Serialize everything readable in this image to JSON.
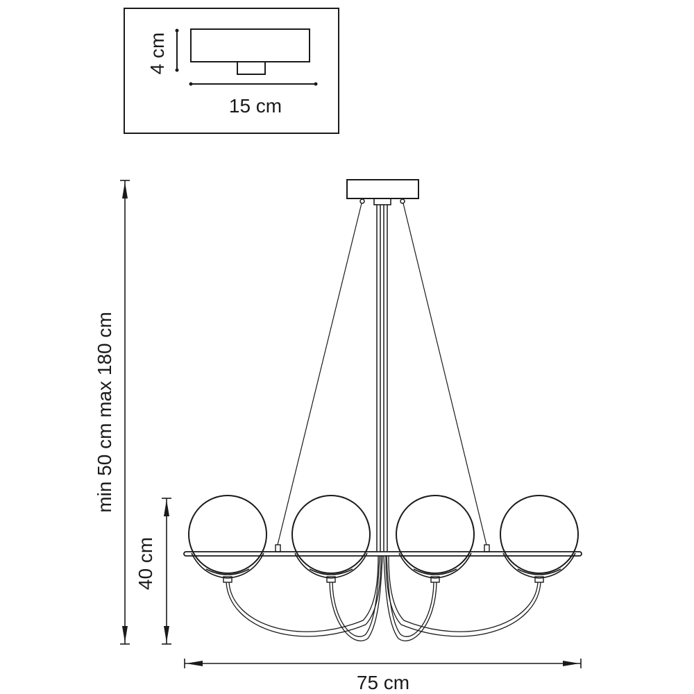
{
  "inset": {
    "height_label": "4 cm",
    "width_label": "15 cm"
  },
  "main": {
    "drop_label": "min 50 cm max 180 cm",
    "body_height_label": "40 cm",
    "width_label": "75 cm"
  },
  "colors": {
    "line": "#1a1a1a",
    "background": "#ffffff"
  }
}
